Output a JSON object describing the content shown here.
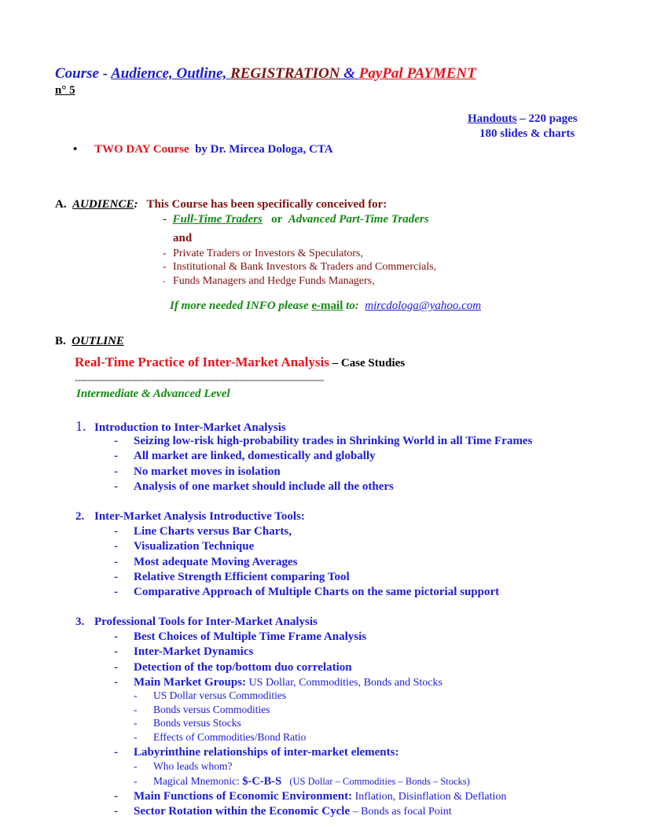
{
  "header": {
    "course": "Course - ",
    "audience_outline": "Audience, Outline, ",
    "registration": "REGISTRATION",
    "amp": " & ",
    "paypal": "PayPal PAYMENT",
    "number": "n° 5"
  },
  "handouts": {
    "link": "Handouts",
    "pages": " – 220 pages",
    "slides": "180 slides & charts"
  },
  "bullet": {
    "course": "TWO DAY Course",
    "by": "by Dr. Mircea Dologa, CTA"
  },
  "audience": {
    "letter": "A.",
    "heading": "AUDIENCE",
    "colon": ":",
    "intro": "This Course has been specifically conceived for:",
    "full_time": "Full-Time Traders",
    "or": "or",
    "part_time": "Advanced Part-Time Traders",
    "and": "and",
    "items": [
      "Private Traders or Investors & Speculators,",
      "Institutional  & Bank Investors & Traders and Commercials,",
      "Funds Managers and Hedge Funds Managers,"
    ],
    "info_prefix": "If more needed INFO please ",
    "email_link": "e-mail",
    "info_to": " to:",
    "email": "mircdologa@yahoo.com"
  },
  "outline": {
    "letter": "B.",
    "heading": "OUTLINE",
    "title_red": "Real-Time Practice of Inter-Market Analysis",
    "title_black": " – Case Studies",
    "separator": "-------------------------------------------------------------------------------------",
    "level": "Intermediate  & Advanced  Level",
    "sections": [
      {
        "num": "1.",
        "title": "Introduction to Inter-Market Analysis",
        "items": [
          "Seizing low-risk high-probability trades in Shrinking World in all Time Frames",
          "All market are linked, domestically and globally",
          "No market moves in isolation",
          "Analysis of one market should include all the others"
        ]
      },
      {
        "num": "2.",
        "title": "Inter-Market Analysis Introductive Tools:",
        "items": [
          "Line Charts versus Bar Charts,",
          "Visualization Technique",
          "Most adequate Moving Averages",
          "Relative Strength Efficient comparing Tool",
          "Comparative Approach of Multiple Charts on the same pictorial support"
        ]
      },
      {
        "num": "3.",
        "title": "Professional Tools for Inter-Market Analysis",
        "items": [
          {
            "bold": "Best Choices of Multiple Time Frame Analysis"
          },
          {
            "bold": "Inter-Market Dynamics"
          },
          {
            "bold": "Detection of the top/bottom duo correlation"
          },
          {
            "bold": "Main Market Groups:",
            "rest": " US Dollar, Commodities, Bonds and Stocks",
            "sub": [
              "US Dollar versus Commodities",
              "Bonds versus Commodities",
              "Bonds versus Stocks",
              "Effects of Commodities/Bond Ratio"
            ]
          },
          {
            "bold": "Labyrinthine relationships of inter-market elements:",
            "sub": [
              "Who leads whom?"
            ],
            "mnemonic": {
              "label": "Magical Mnemonic: ",
              "code": "$-C-B-S",
              "expl": "(US Dollar – Commodities – Bonds – Stocks)"
            }
          },
          {
            "bold": "Main Functions of Economic Environment:",
            "rest": " Inflation, Disinflation & Deflation"
          },
          {
            "bold": "Sector Rotation within the Economic Cycle",
            "rest": " – Bonds as focal Point"
          }
        ]
      }
    ]
  },
  "dash": "-",
  "bullet_glyph": "•"
}
